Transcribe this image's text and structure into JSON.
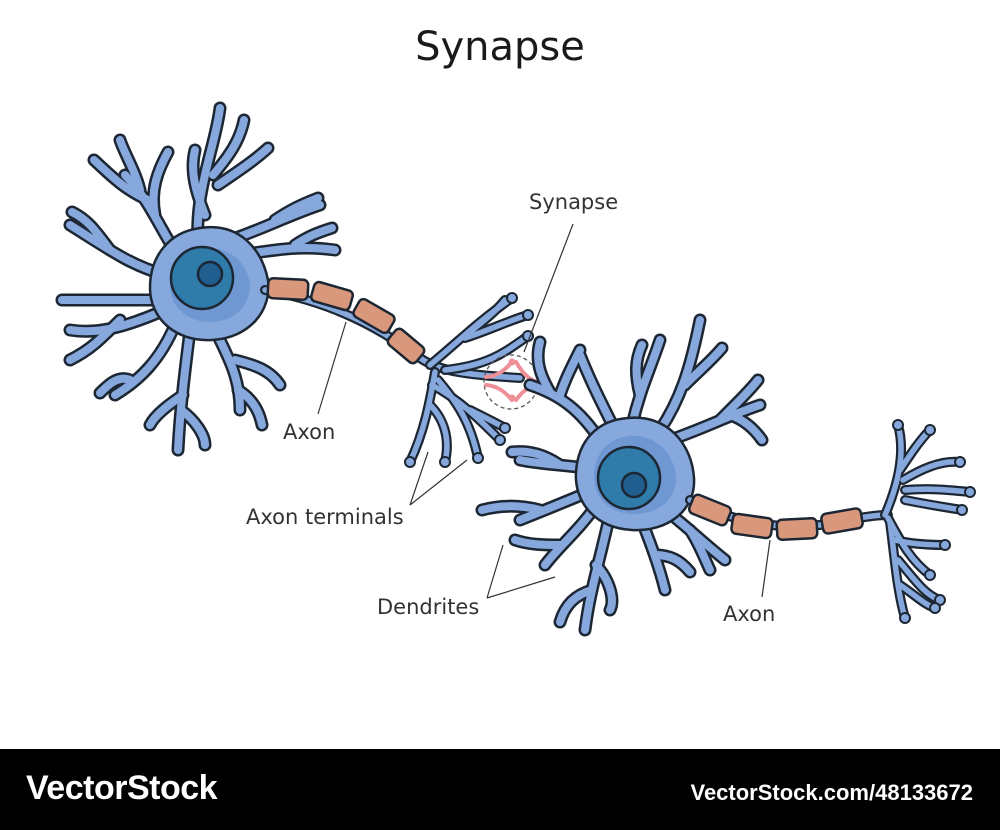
{
  "title": "Synapse",
  "labels": {
    "synapse": "Synapse",
    "axon_1": "Axon",
    "axon_terminals": "Axon terminals",
    "dendrites": "Dendrites",
    "axon_2": "Axon"
  },
  "footer": {
    "brand": "VectorStock",
    "image_ref": "VectorStock.com/48133672"
  },
  "colors": {
    "neuron_fill": "#86a8dc",
    "neuron_outline": "#1d2733",
    "soma_center": "#5d86c8",
    "nucleus": "#2f7ba9",
    "nucleolus": "#1f5e8e",
    "myelin": "#d9987c",
    "synapse_highlight": "#ef8f97",
    "footer_bg": "#000000"
  }
}
